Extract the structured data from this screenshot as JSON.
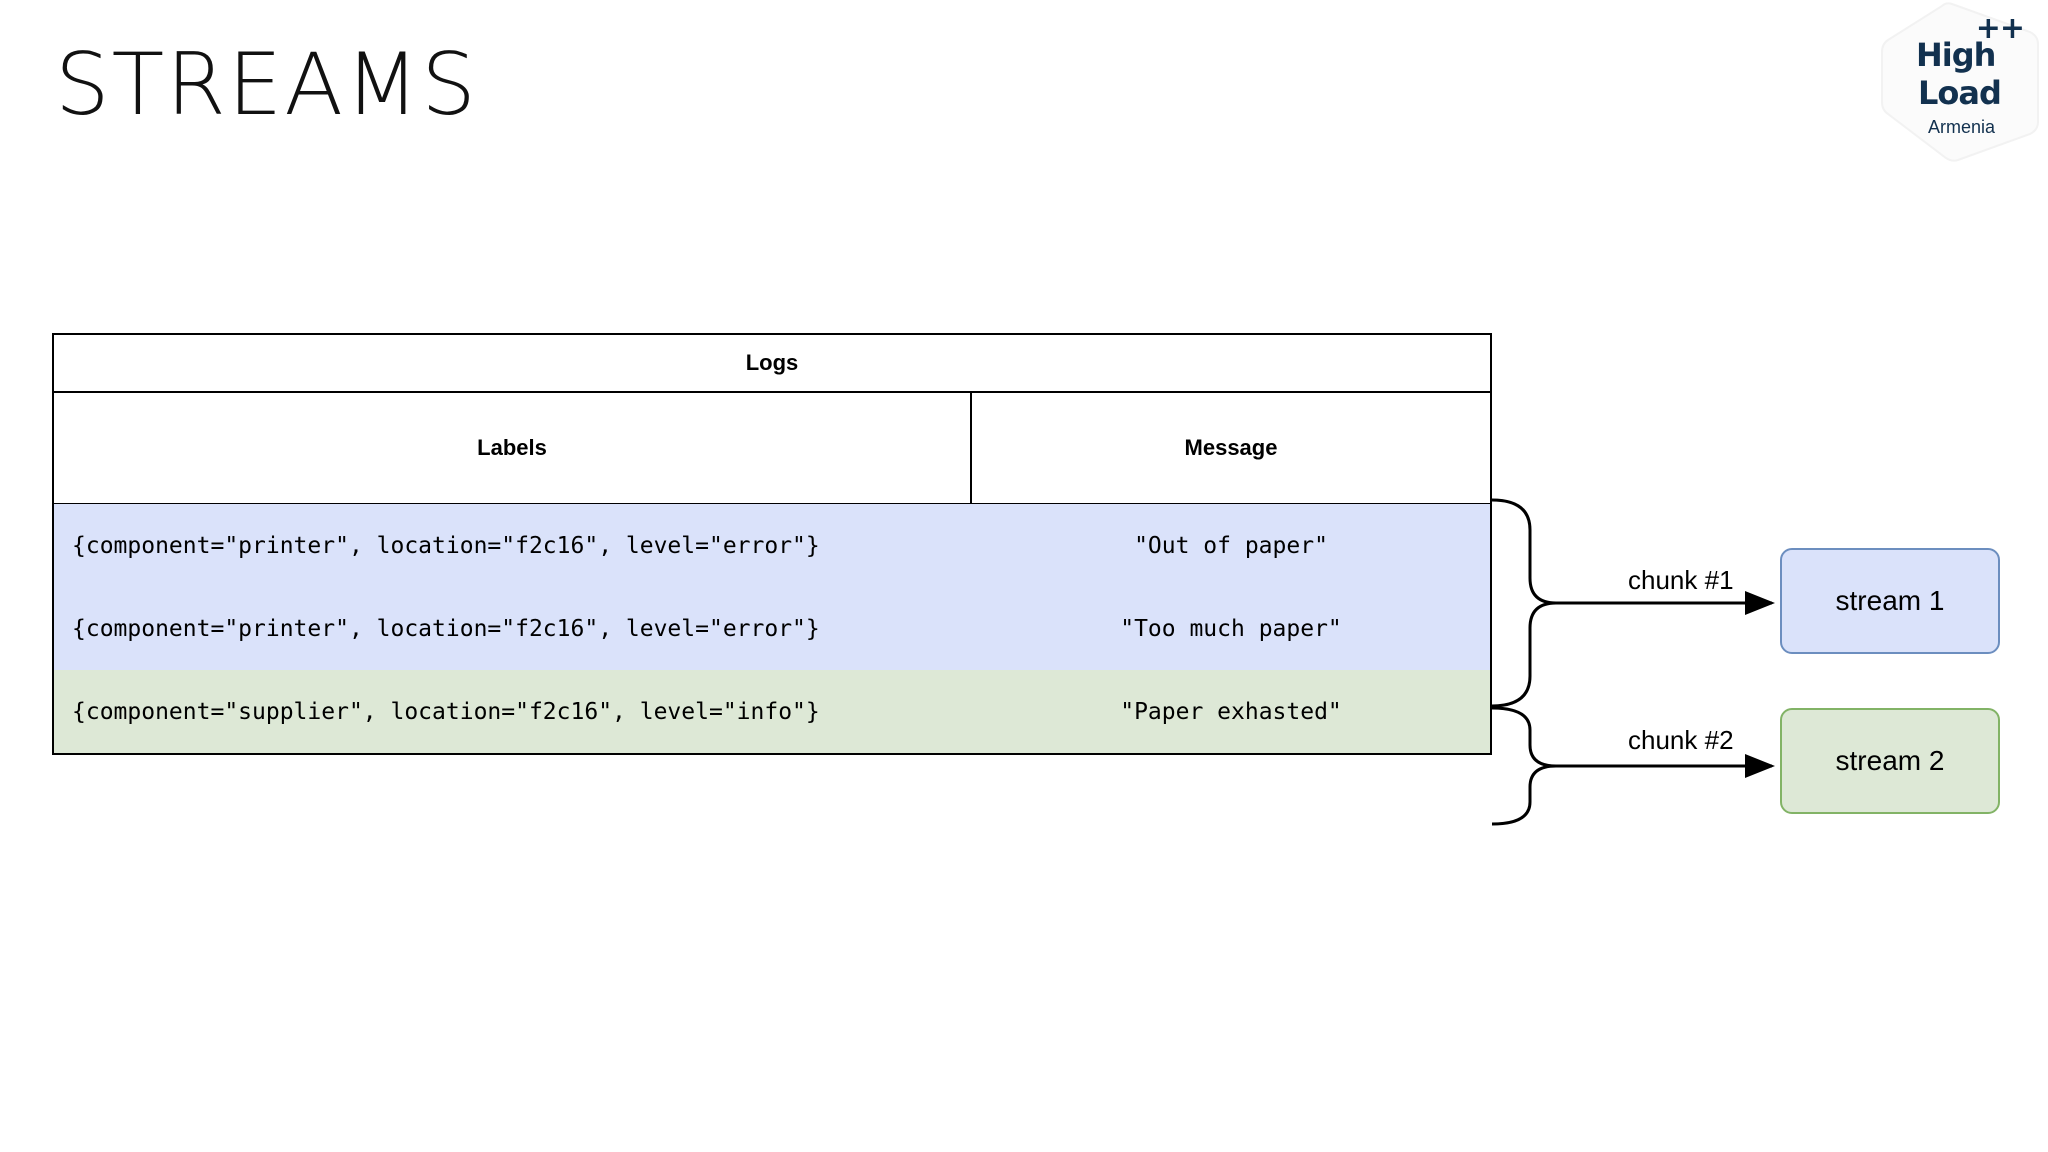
{
  "slide": {
    "title": "STREAMS"
  },
  "logo": {
    "name": "highload-armenia-logo",
    "plus": "++",
    "line1": "High",
    "line2": "Load",
    "line3": "Armenia",
    "color": "#12314f"
  },
  "table": {
    "caption": "Logs",
    "columns": [
      "Labels",
      "Message"
    ],
    "chunks": [
      {
        "id": "chunk-1",
        "color": "#dae2fa",
        "rows": [
          {
            "labels": "{component=\"printer\", location=\"f2c16\", level=\"error\"}",
            "message": "\"Out of paper\""
          },
          {
            "labels": "{component=\"printer\", location=\"f2c16\", level=\"error\"}",
            "message": "\"Too much paper\""
          }
        ]
      },
      {
        "id": "chunk-2",
        "color": "#dde8d6",
        "rows": [
          {
            "labels": "{component=\"supplier\", location=\"f2c16\", level=\"info\"}",
            "message": "\"Paper exhasted\""
          }
        ]
      }
    ]
  },
  "connectors": [
    {
      "label": "chunk #1"
    },
    {
      "label": "chunk #2"
    }
  ],
  "streams": [
    {
      "label": "stream 1",
      "fill": "#dae2fa",
      "stroke": "#6c8ebf"
    },
    {
      "label": "stream 2",
      "fill": "#dde8d6",
      "stroke": "#82b366"
    }
  ]
}
